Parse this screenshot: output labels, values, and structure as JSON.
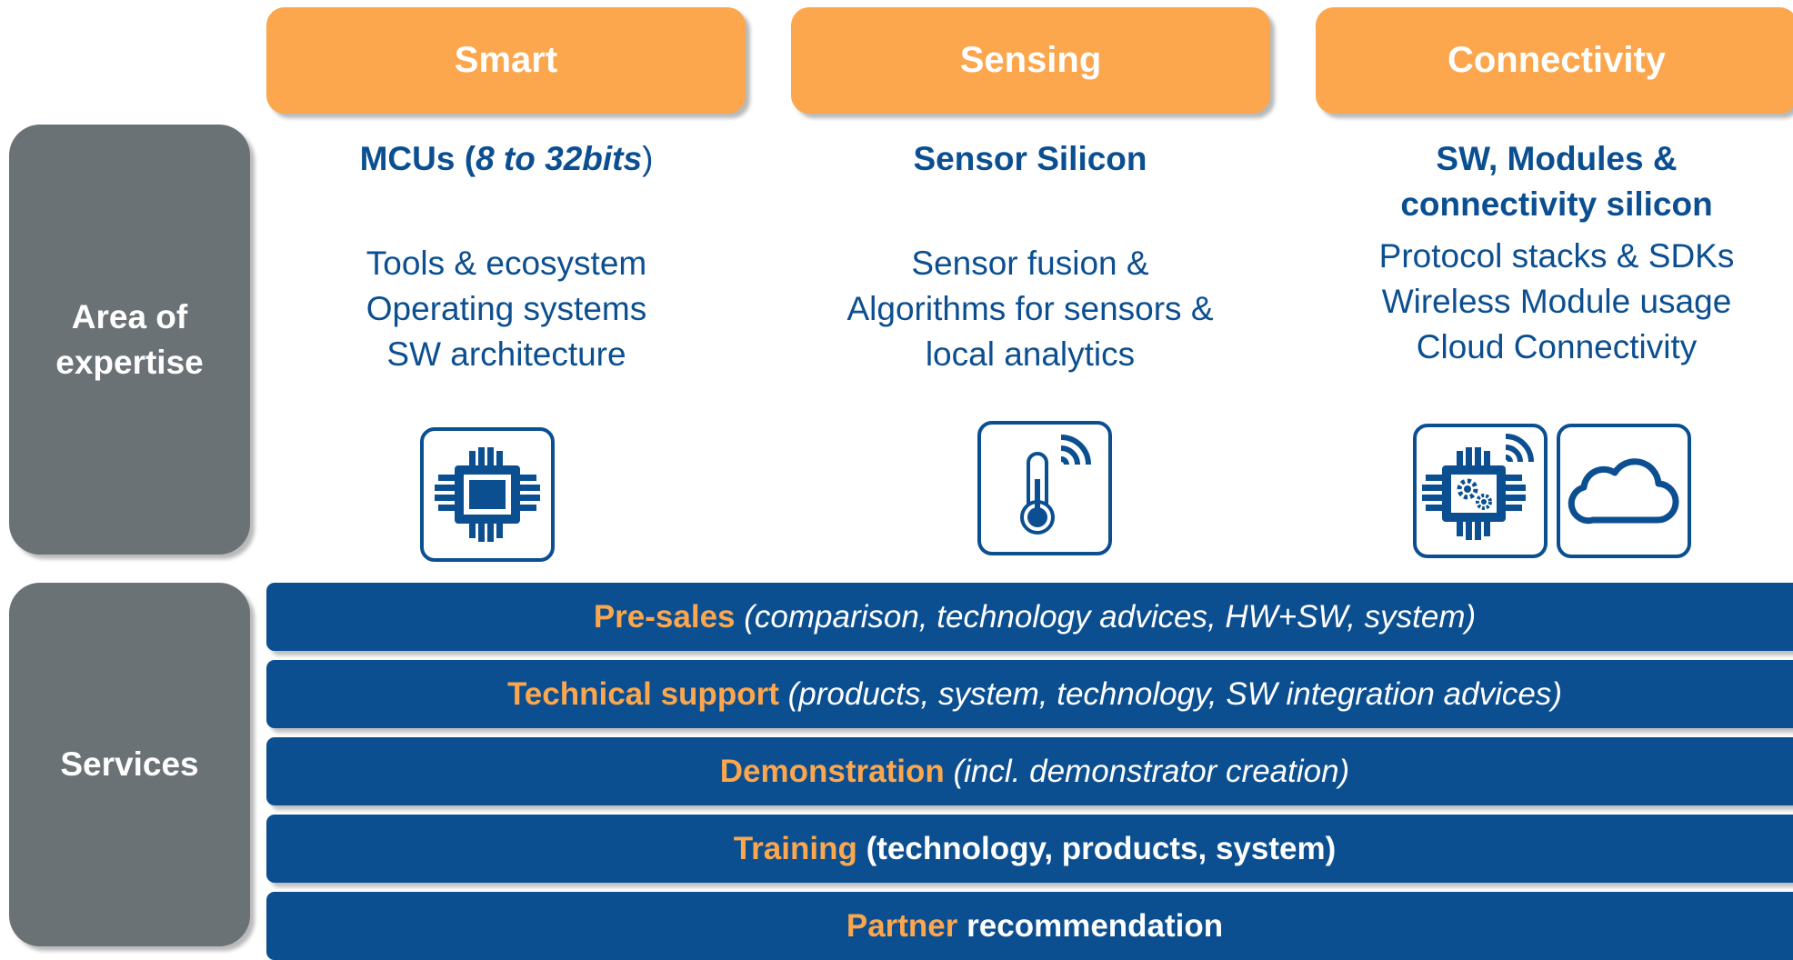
{
  "sidebar": {
    "area_label": "Area of\nexpertise",
    "services_label": "Services"
  },
  "columns": [
    {
      "header": "Smart",
      "title_prefix": "MCUs (",
      "title_italic": "8 to 32bits",
      "title_suffix": ")",
      "lines": [
        "Tools & ecosystem",
        "Operating systems",
        "SW architecture"
      ],
      "icons": [
        "microchip-icon"
      ]
    },
    {
      "header": "Sensing",
      "title_line1": "Sensor Silicon",
      "lines": [
        "Sensor fusion &",
        "Algorithms for sensors &",
        "local analytics"
      ],
      "icons": [
        "thermometer-wireless-icon"
      ]
    },
    {
      "header": "Connectivity",
      "title_line1": "SW, Modules &",
      "title_line2": "connectivity silicon",
      "lines": [
        "Protocol stacks & SDKs",
        "Wireless Module usage",
        "Cloud Connectivity"
      ],
      "icons": [
        "chip-gears-wireless-icon",
        "cloud-icon"
      ]
    }
  ],
  "services": [
    {
      "key": "Pre-sales",
      "desc": "(comparison, technology advices, HW+SW, system)",
      "desc_style": "italic"
    },
    {
      "key": "Technical support",
      "desc": "(products, system, technology, SW integration advices)",
      "desc_style": "italic"
    },
    {
      "key": "Demonstration",
      "desc": "(incl. demonstrator creation)",
      "desc_style": "italic"
    },
    {
      "key": "Training",
      "desc": "(technology, products, system)",
      "desc_style": "bold"
    },
    {
      "key": "Partner",
      "desc": "recommendation",
      "desc_style": "bold"
    }
  ],
  "colors": {
    "header_orange": "#fca64d",
    "brand_blue": "#0b4f91",
    "sidebar_gray": "#6b7276",
    "text_white": "#ffffff"
  }
}
